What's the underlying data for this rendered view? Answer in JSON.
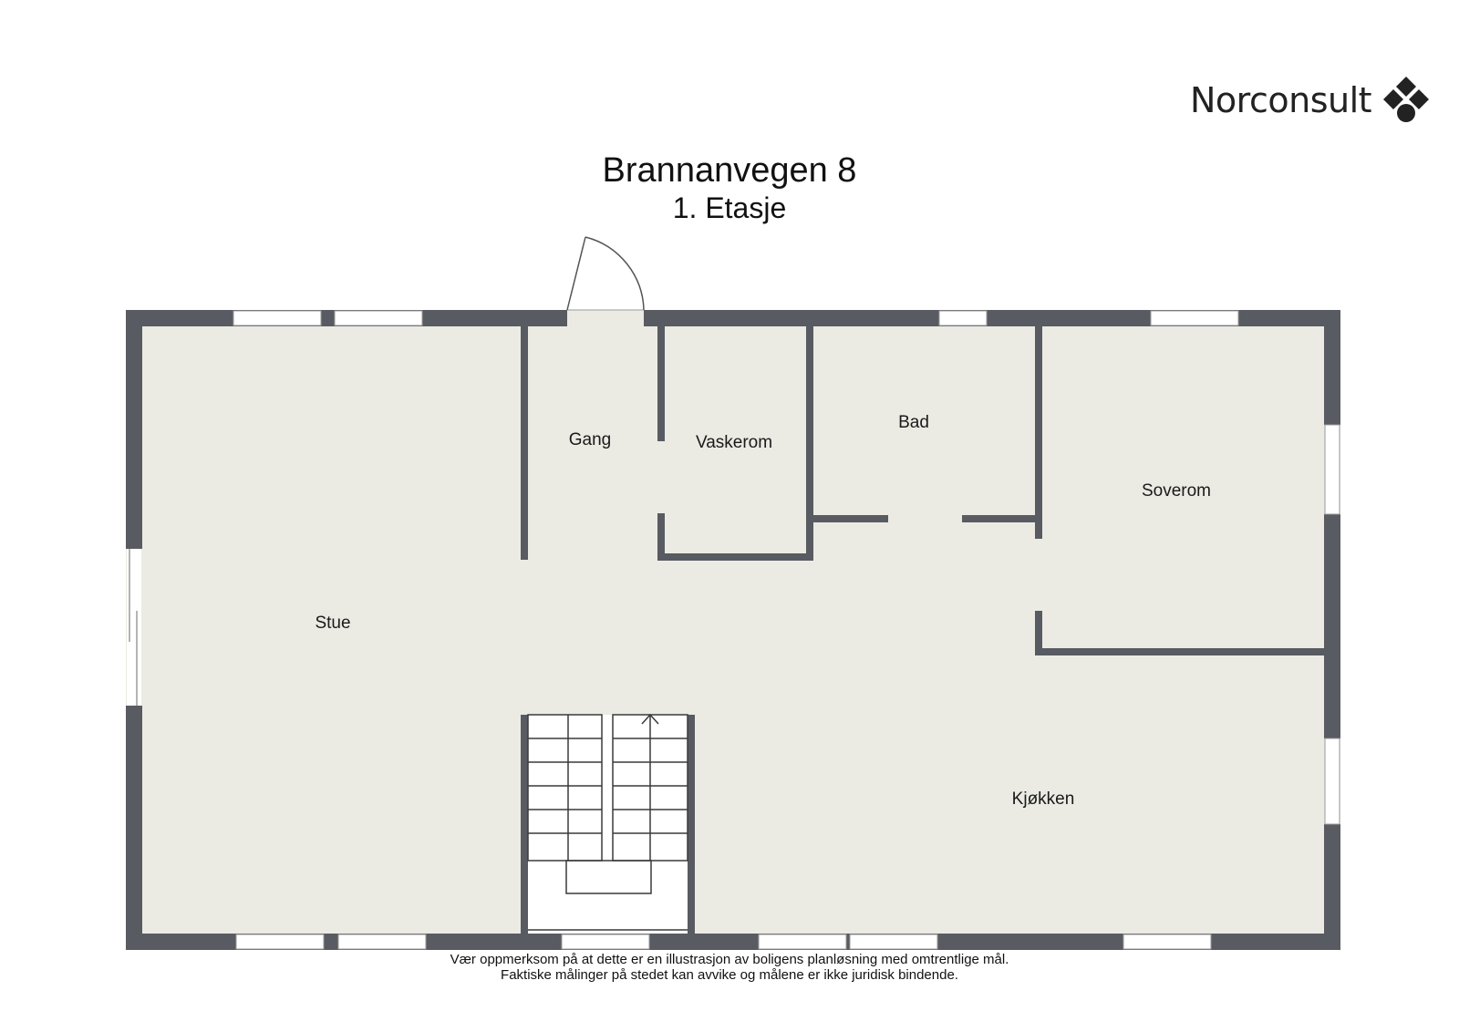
{
  "brand": {
    "name": "Norconsult",
    "logo_icon": "diamond-cluster-icon"
  },
  "header": {
    "title": "Brannanvegen 8",
    "subtitle": "1. Etasje"
  },
  "rooms": {
    "stue": "Stue",
    "gang": "Gang",
    "vaskerom": "Vaskerom",
    "bad": "Bad",
    "soverom": "Soverom",
    "kjokken": "Kjøkken"
  },
  "disclaimer": {
    "line1": "Vær oppmerksom på at dette er en illustrasjon av boligens planløsning med omtrentlige mål.",
    "line2": "Faktiske målinger på stedet kan avvike og målene er ikke juridisk bindende."
  },
  "colors": {
    "wall": "#595b62",
    "floor": "#ebebe4",
    "window": "#ffffff"
  }
}
